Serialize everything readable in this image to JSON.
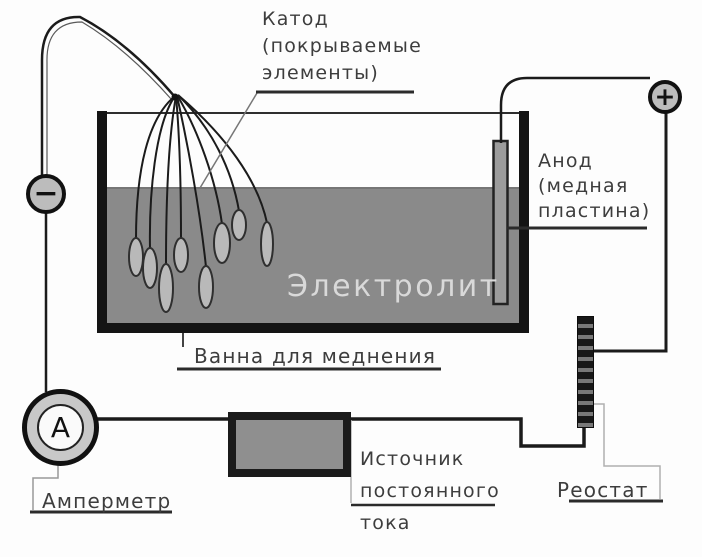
{
  "labels": {
    "cathode": {
      "line1": "Катод",
      "line2": "(покрываемые",
      "line3": "элементы)"
    },
    "anode": {
      "line1": "Анод",
      "line2": "(медная",
      "line3": "пластина)"
    },
    "electrolyte": "Электролит",
    "bath": "Ванна для меднения",
    "ammeter": "Амперметр",
    "power_source": {
      "line1": "Источник",
      "line2": "постоянного",
      "line3": "тока"
    },
    "rheostat": "Реостат"
  },
  "symbols": {
    "minus": "−",
    "plus": "+",
    "ammeter": "A"
  },
  "colors": {
    "electrolyte_fill": "#8a8a8a",
    "wire": "#1b1b1b",
    "terminal_fill": "#bcbcbc",
    "ammeter_fill": "#c8c8c8",
    "power_source_fill": "#8f8f8f",
    "anode_fill": "#9c9c9c",
    "cathode_item_fill": "#b9b9b9",
    "label_text": "#3d3d3d",
    "electrolyte_text": "#d9d9d9"
  }
}
